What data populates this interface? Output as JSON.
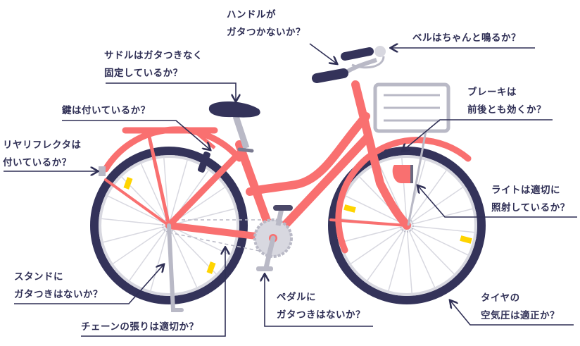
{
  "colors": {
    "frame": "#f97070",
    "dark": "#34335a",
    "gray": "#b9b9c6",
    "light": "#d8d8e0",
    "reflector": "#ffd400"
  },
  "labels": {
    "handlebar": [
      "ハンドルが",
      "ガタつかないか？"
    ],
    "bell": [
      "ベルはちゃんと鳴るか？"
    ],
    "saddle": [
      "サドルはガタつきなく",
      "固定しているか？"
    ],
    "brake": [
      "ブレーキは",
      "前後とも効くか？"
    ],
    "lock": [
      "鍵は付いているか？"
    ],
    "reflector": [
      "リヤリフレクタは",
      "付いているか？"
    ],
    "light": [
      "ライトは適切に",
      "照射しているか？"
    ],
    "stand": [
      "スタンドに",
      "ガタつきはないか？"
    ],
    "chain": [
      "チェーンの張りは適切か？"
    ],
    "pedal": [
      "ペダルに",
      "ガタつきはないか？"
    ],
    "tire": [
      "タイヤの",
      "空気圧は適正か？"
    ]
  }
}
